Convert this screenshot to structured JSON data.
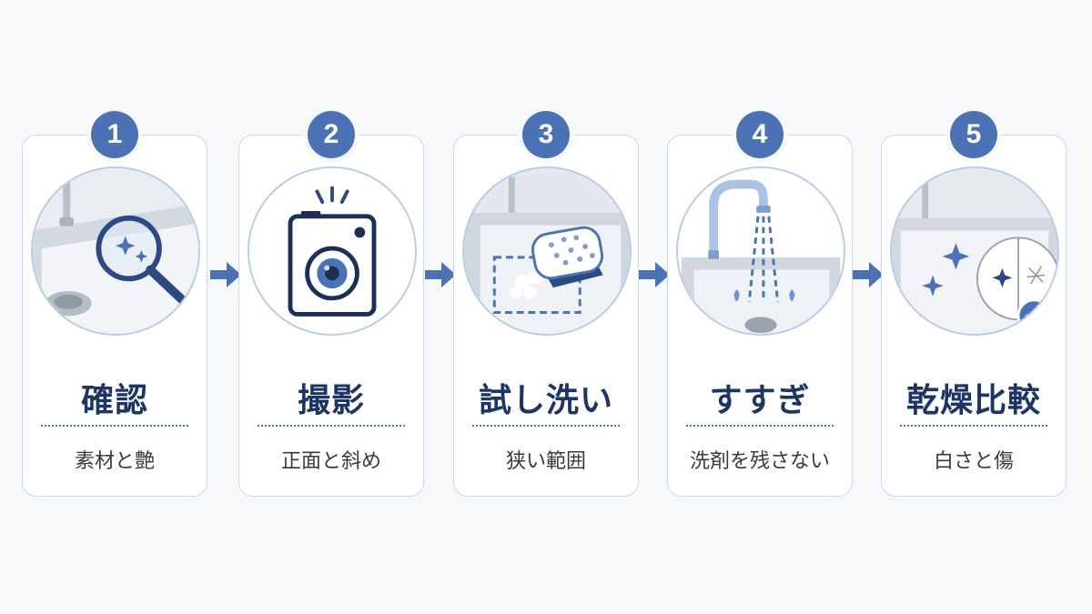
{
  "steps": [
    {
      "number": "1",
      "title": "確認",
      "subtitle": "素材と艶"
    },
    {
      "number": "2",
      "title": "撮影",
      "subtitle": "正面と斜め"
    },
    {
      "number": "3",
      "title": "試し洗い",
      "subtitle": "狭い範囲"
    },
    {
      "number": "4",
      "title": "すすぎ",
      "subtitle": "洗剤を残さない"
    },
    {
      "number": "5",
      "title": "乾燥比較",
      "subtitle": "白さと傷"
    }
  ],
  "colors": {
    "accent": "#4a72b4",
    "title": "#1d3566",
    "border": "#c9d8ec",
    "background": "#f7f8fa"
  },
  "icons": [
    "magnifier-icon",
    "camera-icon",
    "sponge-icon",
    "faucet-water-icon",
    "check-icon",
    "arrow-right-icon",
    "sparkle-icon"
  ]
}
